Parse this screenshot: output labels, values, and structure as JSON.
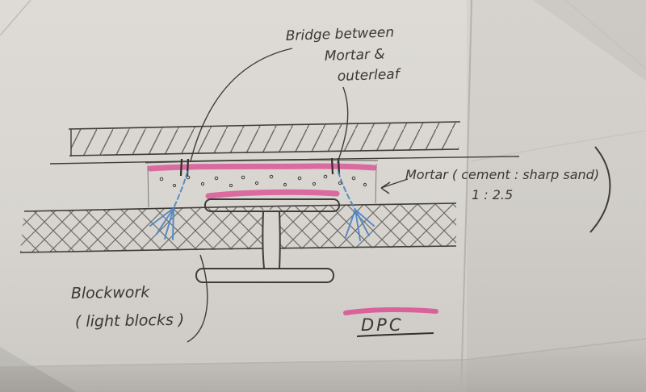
{
  "sketch": {
    "labels": {
      "bridge1": "Bridge between",
      "bridge2": "Mortar &",
      "bridge3": "outerleaf",
      "mortar": "Mortar ( cement : sharp sand)",
      "ratio": "1 : 2.5",
      "block1": "Blockwork",
      "block2": "( light blocks )",
      "dpc": "DPC"
    },
    "colors": {
      "paper": "#d8d5d0",
      "ink": "#3f3c38",
      "highlight_pink": "#da4f92",
      "arrow_blue": "#4b85c3"
    }
  }
}
